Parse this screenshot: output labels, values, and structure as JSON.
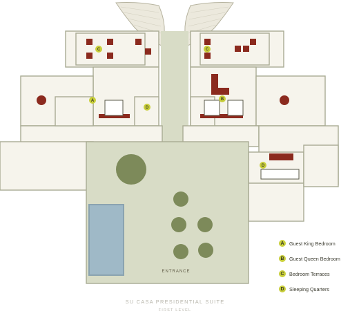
{
  "plan": {
    "entrance_label": "ENTRANCE",
    "room_badges": [
      "C",
      "C",
      "B",
      "A",
      "D",
      "D"
    ]
  },
  "legend": {
    "items": [
      {
        "letter": "A",
        "label": "Guest King Bedroom"
      },
      {
        "letter": "B",
        "label": "Guest Queen Bedroom"
      },
      {
        "letter": "C",
        "label": "Bedroom Terraces"
      },
      {
        "letter": "D",
        "label": "Sleeping Quarters"
      }
    ]
  },
  "caption": {
    "title": "SU CASA PRESIDENTIAL SUITE",
    "subtitle": "FIRST LEVEL"
  },
  "colors": {
    "courtyard": "#d8dcc6",
    "walls": "#a9ab93",
    "furniture": "#8b2a1e",
    "trees": "#7d8a5a",
    "pool": "#9fb9c7",
    "badge": "#c9cf3a"
  }
}
